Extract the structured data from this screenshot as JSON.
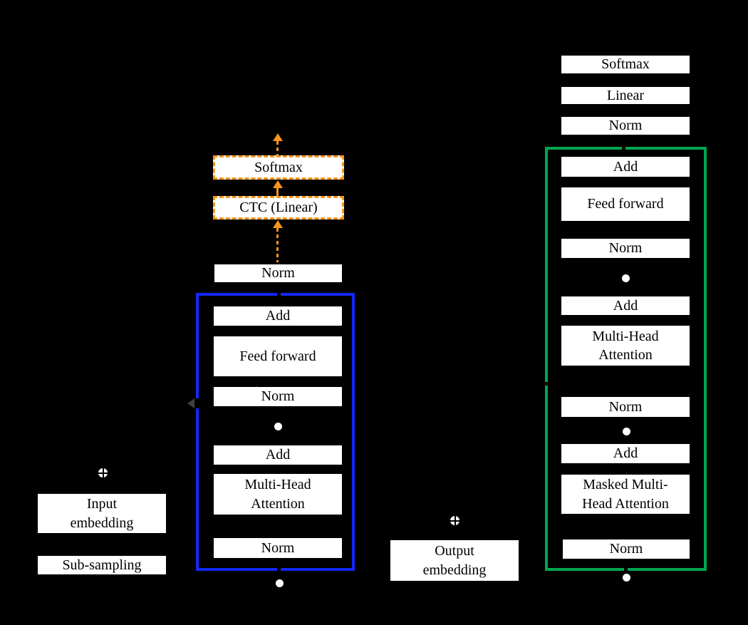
{
  "diagram_title": "transformer-speech-encoder-decoder-with-ctc",
  "colors": {
    "background": "#000000",
    "encoder_frame_blue": "#1228F8",
    "decoder_frame_green": "#00A64F",
    "ctc_branch_orange": "#F7941D",
    "box_fill": "#FFFFFF",
    "box_text": "#000000"
  },
  "icons": {
    "positional_add": "circled-plus-icon",
    "stack_repeat": "dot-icon"
  },
  "ctc": {
    "softmax": "Softmax",
    "ctc_linear": "CTC (Linear)"
  },
  "encoder": {
    "final_norm": "Norm",
    "stack": {
      "add_ff": "Add",
      "feed_forward": "Feed forward",
      "norm_mid": "Norm",
      "add_attn": "Add",
      "multi_head_attention": "Multi-Head\nAttention",
      "norm_in": "Norm"
    },
    "input_embedding": "Input\nembedding",
    "sub_sampling": "Sub-sampling"
  },
  "decoder": {
    "softmax": "Softmax",
    "linear": "Linear",
    "norm_out": "Norm",
    "stack": {
      "add_ff": "Add",
      "feed_forward": "Feed forward",
      "norm_mid": "Norm",
      "add_src_attn": "Add",
      "multi_head_attention": "Multi-Head\nAttention",
      "norm_src": "Norm",
      "add_self_attn": "Add",
      "masked_multi_head_attention": "Masked Multi-\nHead Attention",
      "norm_in": "Norm"
    },
    "output_embedding": "Output\nembedding"
  }
}
